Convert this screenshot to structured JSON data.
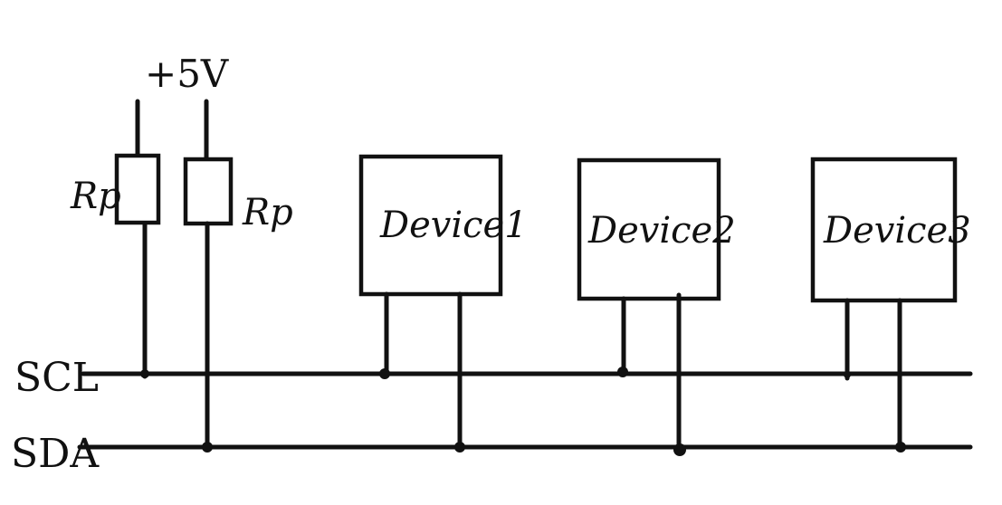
{
  "supply": {
    "label": "+5V"
  },
  "resistors": [
    {
      "label": "Rp"
    },
    {
      "label": "Rp"
    }
  ],
  "buses": [
    {
      "label": "SCL"
    },
    {
      "label": "SDA"
    }
  ],
  "devices": [
    {
      "label": "Device1"
    },
    {
      "label": "Device2"
    },
    {
      "label": "Device3"
    }
  ]
}
